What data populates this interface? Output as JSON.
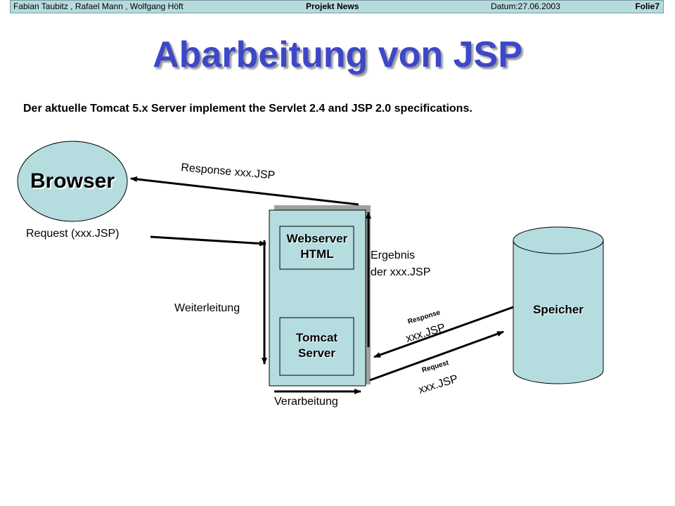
{
  "header": {
    "authors": "Fabian Taubitz , Rafael Mann , Wolfgang Höft",
    "project": "Projekt News",
    "date": "Datum:27.06.2003",
    "slide": "Folie7"
  },
  "title": "Abarbeitung von JSP",
  "subtitle": "Der aktuelle Tomcat 5.x Server implement the Servlet 2.4 and JSP 2.0 specifications.",
  "diagram": {
    "browser": "Browser",
    "webserver_line1": "Webserver",
    "webserver_line2": "HTML",
    "tomcat_line1": "Tomcat",
    "tomcat_line2": "Server",
    "storage": "Speicher",
    "response_label": "Response xxx.JSP",
    "request_label": "Request (xxx.JSP)",
    "ergebnis_line1": "Ergebnis",
    "ergebnis_line2": "der xxx.JSP",
    "weiterleitung": "Weiterleitung",
    "verarbeitung": "Verarbeitung",
    "response_small": "Response",
    "response_small_jsp": "xxx.JSP",
    "request_small": "Request",
    "request_small_jsp": "xxx.JSP"
  },
  "colors": {
    "fill": "#b5dde0",
    "title": "#3d47c8",
    "header": "#b6dbdf"
  }
}
